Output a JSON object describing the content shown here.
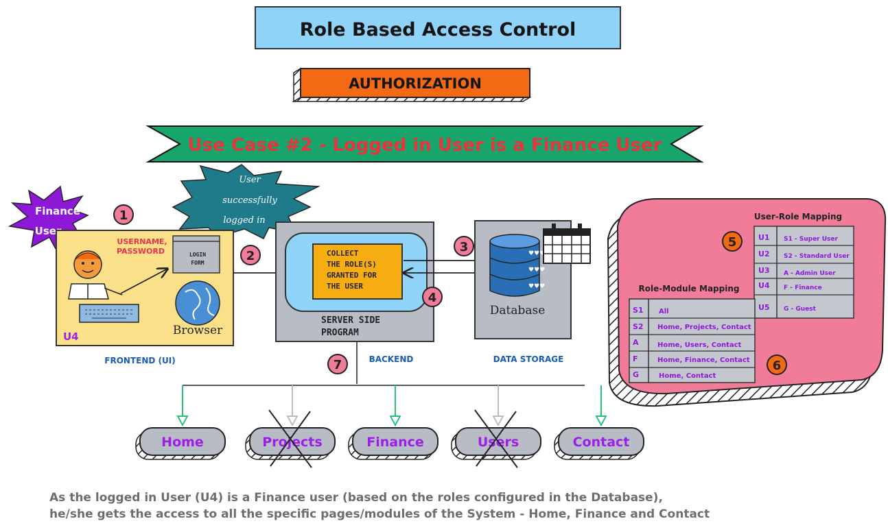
{
  "header": {
    "title": "Role Based Access Control",
    "subtitle": "AUTHORIZATION",
    "banner": "Use Case #2 - Logged in User is a Finance User"
  },
  "steps": [
    "1",
    "2",
    "3",
    "4",
    "5",
    "6",
    "7"
  ],
  "frontend": {
    "finance_badge_line1": "Finance",
    "finance_badge_line2": "User",
    "credentials_line1": "USERNAME,",
    "credentials_line2": "PASSWORD",
    "login_form_line1": "LOGIN",
    "login_form_line2": "FORM",
    "browser_label": "Browser",
    "user_id": "U4",
    "label": "FRONTEND (UI)"
  },
  "success_burst": {
    "line1": "User",
    "line2": "successfully",
    "line3": "logged in"
  },
  "backend": {
    "task_line1": "COLLECT",
    "task_line2": "THE ROLE(S)",
    "task_line3": "GRANTED FOR",
    "task_line4": "THE USER",
    "program_line1": "SERVER SIDE",
    "program_line2": "PROGRAM",
    "label": "BACKEND"
  },
  "storage": {
    "db_label": "Database",
    "label": "DATA STORAGE"
  },
  "user_role_mapping": {
    "title": "User-Role Mapping",
    "rows": [
      {
        "user": "U1",
        "role": "S1 - Super User"
      },
      {
        "user": "U2",
        "role": "S2 - Standard User"
      },
      {
        "user": "U3",
        "role": "A - Admin User"
      },
      {
        "user": "U4",
        "role": "F - Finance"
      },
      {
        "user": "U5",
        "role": "G - Guest"
      }
    ]
  },
  "role_module_mapping": {
    "title": "Role-Module Mapping",
    "rows": [
      {
        "role": "S1",
        "modules": "All"
      },
      {
        "role": "S2",
        "modules": "Home, Projects, Contact"
      },
      {
        "role": "A",
        "modules": "Home, Users, Contact"
      },
      {
        "role": "F",
        "modules": "Home, Finance, Contact"
      },
      {
        "role": "G",
        "modules": "Home, Contact"
      }
    ]
  },
  "modules": [
    {
      "label": "Home",
      "allowed": true
    },
    {
      "label": "Projects",
      "allowed": false
    },
    {
      "label": "Finance",
      "allowed": true
    },
    {
      "label": "Users",
      "allowed": false
    },
    {
      "label": "Contact",
      "allowed": true
    }
  ],
  "caption": {
    "line1": "As the logged in User (U4) is a Finance user (based on the roles configured in the Database),",
    "line2": "he/she gets the access to all the specific pages/modules of the System - Home, Finance and Contact"
  },
  "colors": {
    "title_bg": "#8fd3f9",
    "subtitle_bg": "#f36a12",
    "banner_bg": "#17a56c",
    "banner_text": "#e8343d",
    "frontend_bg": "#fbe08a",
    "panel_gray": "#b8bcc4",
    "task_bg": "#f6ad12",
    "mapping_bg": "#f07c9a",
    "module_text": "#9b1fe8",
    "label_blue": "#1a5bb5",
    "badge_purple": "#8e18d8",
    "burst_teal": "#1f7b8a",
    "allowed_arrow": "#27c27a",
    "denied_arrow": "#b9bcc2"
  }
}
